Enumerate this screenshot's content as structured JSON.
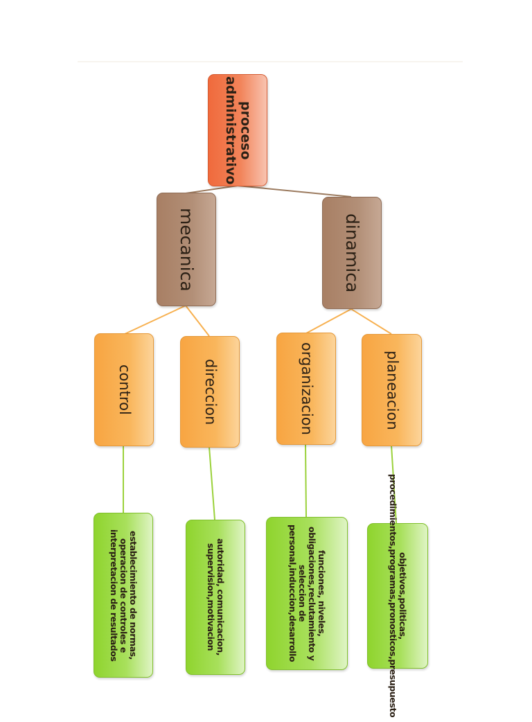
{
  "diagram": {
    "root": {
      "label": "proceso administrativo"
    },
    "branches": [
      {
        "label": "mecanica"
      },
      {
        "label": "dinamica"
      }
    ],
    "categories": [
      {
        "label": "control",
        "branch": "mecanica"
      },
      {
        "label": "direccion",
        "branch": "mecanica"
      },
      {
        "label": "organizacion",
        "branch": "dinamica"
      },
      {
        "label": "planeacion",
        "branch": "dinamica"
      }
    ],
    "details": [
      {
        "label": "establecimiento de normas, operacion de controles e interpretacion de resultados",
        "category": "control"
      },
      {
        "label": "autoridad, comunicacion, supervision,motivacion",
        "category": "direccion"
      },
      {
        "label": "funciones, niveles, obligaciones,reclutamiento y seleccion de personal,induccion,desarrollo",
        "category": "organizacion"
      },
      {
        "label": "objetivos,politicas, procedimientos,programas,pronosticos,presupuesto",
        "category": "planeacion"
      }
    ]
  },
  "colors": {
    "root": "#f06a3c",
    "branch": "#a87f64",
    "category": "#f8a542",
    "detail": "#8fd42e",
    "root_link": "#9b7a5e",
    "branch_link": "#f7b04f",
    "detail_link": "#9ad13a"
  }
}
